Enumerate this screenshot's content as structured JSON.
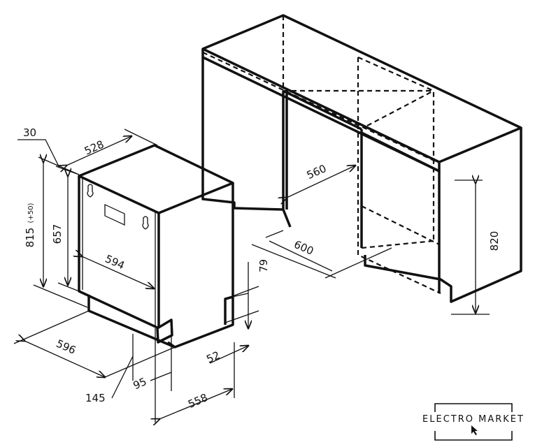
{
  "dimensions": {
    "gap_top": "30",
    "depth_top": "528",
    "height_total": "815",
    "height_adjust": "(+50)",
    "door_height": "657",
    "door_width": "594",
    "width_outer": "596",
    "plinth_height": "79",
    "plinth_offset": "52",
    "feet": "145",
    "plinth_gap": "95",
    "depth_bottom": "558",
    "niche_depth": "560",
    "niche_width": "600",
    "niche_height": "820"
  },
  "logo": {
    "name": "ELECTRO MARKET"
  }
}
